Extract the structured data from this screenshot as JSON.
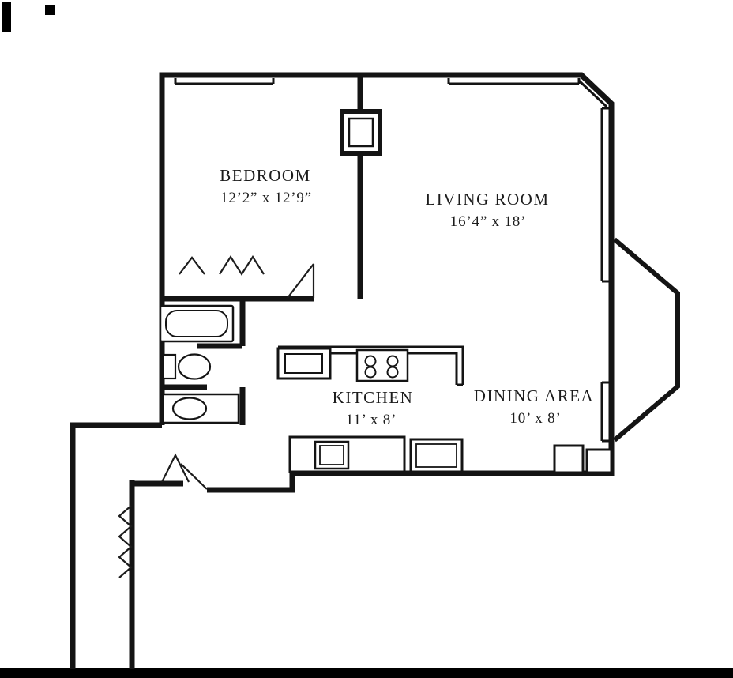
{
  "rooms": [
    {
      "id": "bedroom",
      "label": "BEDROOM",
      "dimensions": "12’2” x 12’9”"
    },
    {
      "id": "living-room",
      "label": "LIVING ROOM",
      "dimensions": "16’4” x 18’"
    },
    {
      "id": "kitchen",
      "label": "KITCHEN",
      "dimensions": "11’ x 8’"
    },
    {
      "id": "dining-area",
      "label": "DINING AREA",
      "dimensions": "10’ x 8’"
    }
  ],
  "colors": {
    "wall": "#141414",
    "background": "#ffffff",
    "artifact": "#000000"
  }
}
